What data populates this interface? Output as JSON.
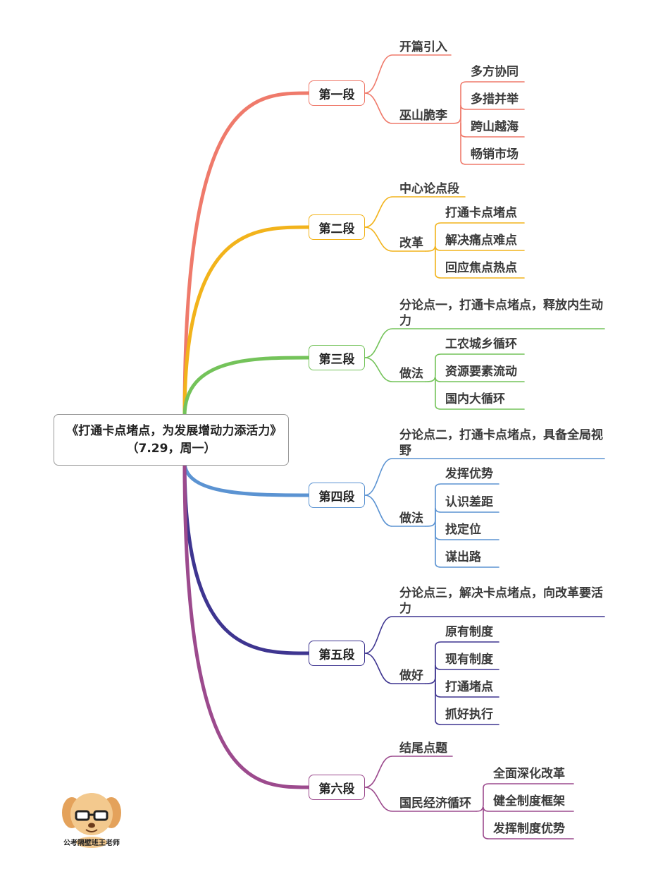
{
  "root": {
    "title": "《打通卡点堵点，为发展增动力添活力》（7.29，周一）"
  },
  "branches": [
    {
      "label": "第一段",
      "color": "#ef7a6b",
      "topics": [
        {
          "text": "开篇引入",
          "children": []
        },
        {
          "text": "巫山脆李",
          "children": [
            "多方协同",
            "多措并举",
            "跨山越海",
            "畅销市场"
          ]
        }
      ]
    },
    {
      "label": "第二段",
      "color": "#f2b31b",
      "topics": [
        {
          "text": "中心论点段",
          "children": []
        },
        {
          "text": "改革",
          "children": [
            "打通卡点堵点",
            "解决痛点难点",
            "回应焦点热点"
          ]
        }
      ]
    },
    {
      "label": "第三段",
      "color": "#74c35a",
      "topics": [
        {
          "text": "分论点一，打通卡点堵点，释放内生动力",
          "children": []
        },
        {
          "text": "做法",
          "children": [
            "工农城乡循环",
            "资源要素流动",
            "国内大循环"
          ]
        }
      ]
    },
    {
      "label": "第四段",
      "color": "#5b93d2",
      "topics": [
        {
          "text": "分论点二，打通卡点堵点，具备全局视野",
          "children": []
        },
        {
          "text": "做法",
          "children": [
            "发挥优势",
            "认识差距",
            "找定位",
            "谋出路"
          ]
        }
      ]
    },
    {
      "label": "第五段",
      "color": "#3e3590",
      "topics": [
        {
          "text": "分论点三，解决卡点堵点，向改革要活力",
          "children": []
        },
        {
          "text": "做好",
          "children": [
            "原有制度",
            "现有制度",
            "打通堵点",
            "抓好执行"
          ]
        }
      ]
    },
    {
      "label": "第六段",
      "color": "#9c4a8d",
      "topics": [
        {
          "text": "结尾点题",
          "children": []
        },
        {
          "text": "国民经济循环",
          "children": [
            "全面深化改革",
            "健全制度框架",
            "发挥制度优势"
          ]
        }
      ]
    }
  ],
  "watermark": {
    "text": "公考隔壁班王老师"
  }
}
